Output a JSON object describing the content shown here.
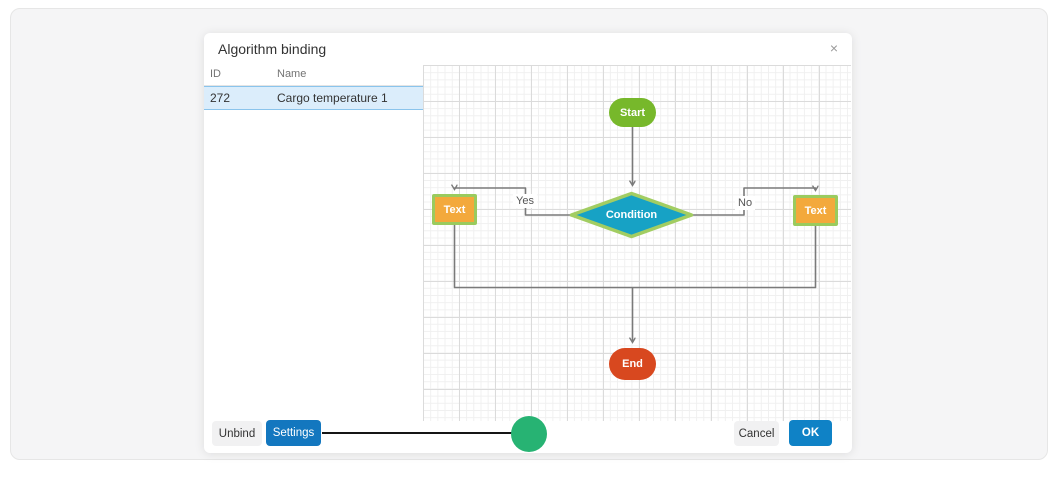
{
  "dialog": {
    "title": "Algorithm binding",
    "close_icon": "×"
  },
  "table": {
    "columns": {
      "id": "ID",
      "name": "Name"
    },
    "row": {
      "id": "272",
      "name": "Cargo temperature 1",
      "selected": true
    }
  },
  "flowchart": {
    "start_label": "Start",
    "condition_label": "Condition",
    "text_left_label": "Text",
    "text_right_label": "Text",
    "end_label": "End",
    "yes_label": "Yes",
    "no_label": "No",
    "colors": {
      "start_fill": "#77B82B",
      "condition_fill": "#17A2C5",
      "node_border_green": "#A2CD62",
      "process_fill": "#F3A93C",
      "end_fill": "#D8481F",
      "connector": "#7A7A7A"
    }
  },
  "footer": {
    "unbind": "Unbind",
    "settings": "Settings",
    "cancel": "Cancel",
    "ok": "OK"
  },
  "annotation": {
    "type": "click-indicator on Settings button",
    "circle_color": "#27B373",
    "line_color": "#151515"
  },
  "selection": {
    "row_background": "#DBEDFB",
    "row_border": "#8AC4EC"
  }
}
